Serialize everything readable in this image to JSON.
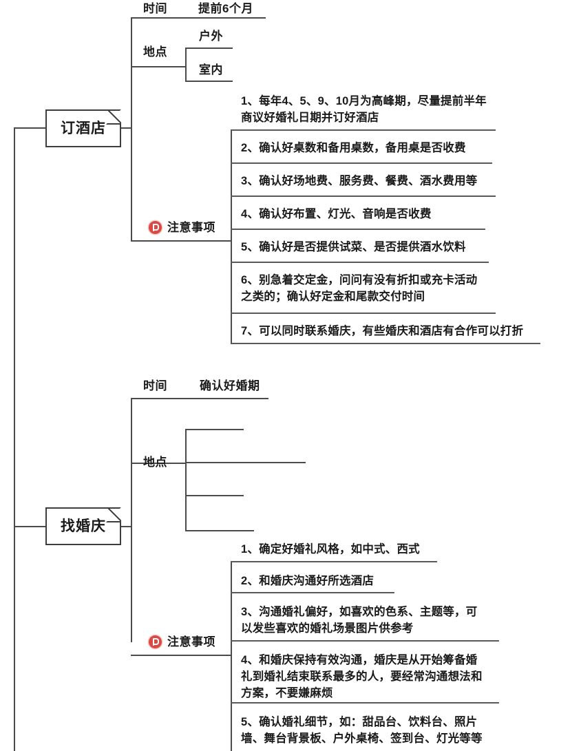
{
  "document": {
    "type": "mindmap",
    "title": "婚礼筹备思维导图",
    "accent_color": "#d94a45",
    "line_color": "#4a4a4a",
    "text_color": "#1a1a1a",
    "background": "#ffffff"
  },
  "branches": [
    {
      "id": "hotel",
      "label": "订酒店",
      "children": [
        {
          "label": "时间",
          "values": [
            "提前6个月"
          ]
        },
        {
          "label": "地点",
          "values": [
            "户外",
            "室内"
          ]
        },
        {
          "label": "注意事项",
          "icon": "red-flag-icon",
          "items": [
            "1、每年4、5、9、10月为高峰期，尽量提前半年\n商议好婚礼日期并订好酒店",
            "2、确认好桌数和备用桌数，备用桌是否收费",
            "3、确认好场地费、服务费、餐费、酒水费用等",
            "4、确认好布置、灯光、音响是否收费",
            "5、确认好是否提供试菜、是否提供酒水饮料",
            "6、别急着交定金，问问有没有折扣或充卡活动\n之类的；确认好定金和尾款交付时间",
            "7、可以同时联系婚庆，有些婚庆和酒店有合作可以打折"
          ]
        }
      ]
    },
    {
      "id": "wedding-planner",
      "label": "找婚庆",
      "children": [
        {
          "label": "时间",
          "values": [
            "确认好婚期"
          ]
        },
        {
          "label": "地点",
          "values": [
            "",
            "",
            "",
            ""
          ]
        },
        {
          "label": "注意事项",
          "icon": "red-flag-icon",
          "items": [
            "1、确定好婚礼风格，如中式、西式",
            "2、和婚庆沟通好所选酒店",
            "3、沟通婚礼偏好，如喜欢的色系、主题等，可\n以发些喜欢的婚礼场景图片供参考",
            "4、和婚庆保持有效沟通，婚庆是从开始筹备婚\n礼到婚礼结束联系最多的人，要经常沟通想法和\n方案，不要嫌麻烦",
            "5、确认婚礼细节，如：甜品台、饮料台、照片\n墙、舞台背景板、户外桌椅、签到台、灯光等等"
          ]
        }
      ]
    }
  ]
}
